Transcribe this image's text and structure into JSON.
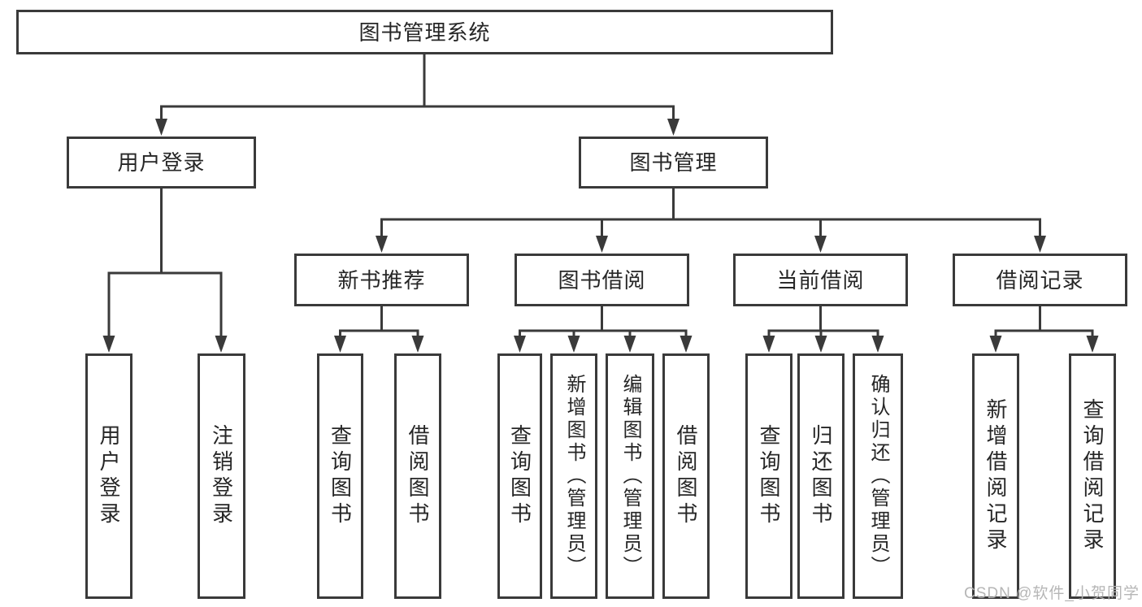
{
  "tree": {
    "label": "图书管理系统",
    "children": [
      {
        "label": "用户登录",
        "children": [
          {
            "label": "用户登录"
          },
          {
            "label": "注销登录"
          }
        ]
      },
      {
        "label": "图书管理",
        "children": [
          {
            "label": "新书推荐",
            "children": [
              {
                "label": "查询图书"
              },
              {
                "label": "借阅图书"
              }
            ]
          },
          {
            "label": "图书借阅",
            "children": [
              {
                "label": "查询图书"
              },
              {
                "label": "新增图书（管理员）"
              },
              {
                "label": "编辑图书（管理员）"
              },
              {
                "label": "借阅图书"
              }
            ]
          },
          {
            "label": "当前借阅",
            "children": [
              {
                "label": "查询图书"
              },
              {
                "label": "归还图书"
              },
              {
                "label": "确认归还（管理员）"
              }
            ]
          },
          {
            "label": "借阅记录",
            "children": [
              {
                "label": "新增借阅记录"
              },
              {
                "label": "查询借阅记录"
              }
            ]
          }
        ]
      }
    ]
  },
  "watermark": {
    "text": "CSDN @软件_小贺同学"
  },
  "colors": {
    "line": "#3a3a3a",
    "box_border": "#3a3a3a",
    "text": "#262626",
    "watermark": "#b2b2b2",
    "background": "#ffffff"
  }
}
